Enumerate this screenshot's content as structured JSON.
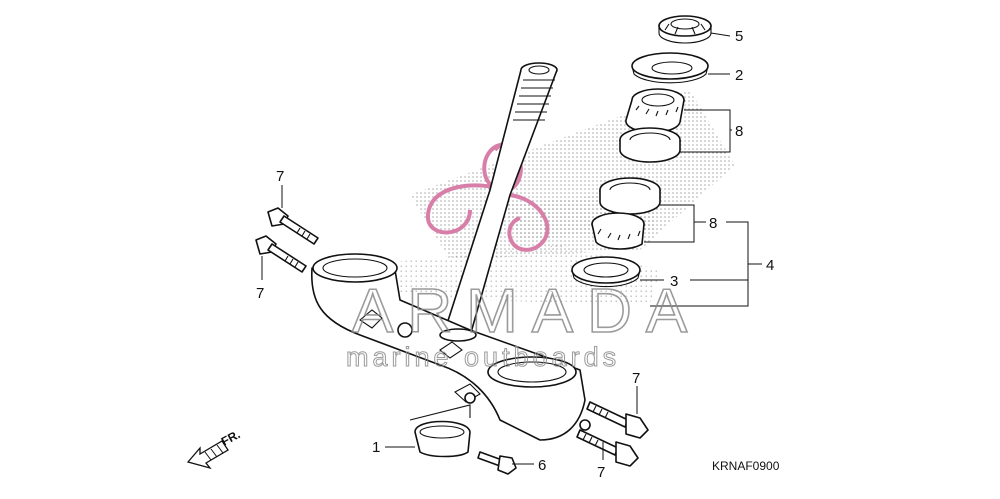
{
  "watermark": {
    "brand": "ARMADA",
    "tagline": "marine outboards",
    "logo_color": "#d77fa8",
    "text_color": "#8a8a8a"
  },
  "direction_label": "FR.",
  "diagram_code": "KRNAF0900",
  "callouts": {
    "c5": "5",
    "c2": "2",
    "c8_top": "8",
    "c8_mid": "8",
    "c4": "4",
    "c3": "3",
    "c7_top_left": "7",
    "c7_mid_left": "7",
    "c7_right_upper": "7",
    "c7_right_lower": "7",
    "c1": "1",
    "c6": "6"
  },
  "icons": {
    "front_arrow": "front-direction-arrow-icon",
    "watermark_logo": "armada-logo-icon"
  }
}
